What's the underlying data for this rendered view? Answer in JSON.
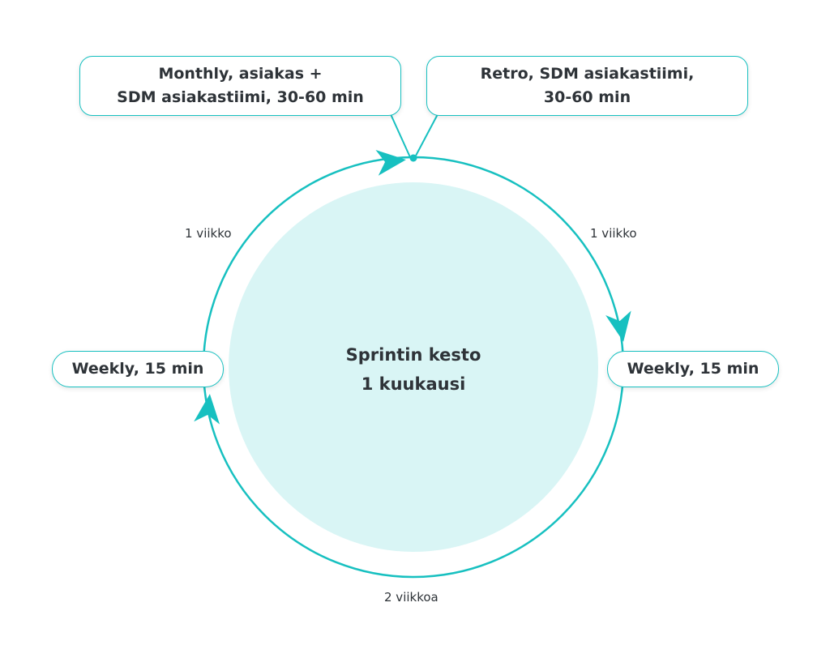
{
  "diagram": {
    "center": {
      "line1": "Sprintin kesto",
      "line2": "1 kuukausi"
    },
    "boxes": {
      "monthly": {
        "line1": "Monthly, asiakas +",
        "line2": "SDM asiakastiimi, 30-60 min"
      },
      "retro": {
        "line1": "Retro, SDM asiakastiimi,",
        "line2": "30-60 min"
      },
      "weekly_left": {
        "label": "Weekly, 15 min"
      },
      "weekly_right": {
        "label": "Weekly, 15 min"
      }
    },
    "intervals": {
      "top_left": "1 viikko",
      "top_right": "1 viikko",
      "bottom": "2 viikkoa"
    },
    "colors": {
      "accent": "#17c0c0",
      "fill": "#d9f5f5",
      "text": "#2e3338"
    }
  }
}
